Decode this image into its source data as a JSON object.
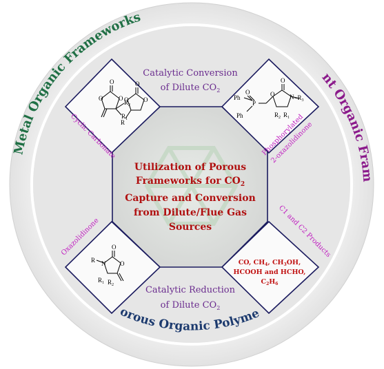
{
  "center_title": {
    "lines": [
      "Utilization of Porous",
      "Frameworks for CO",
      "Capture and Conversion",
      "from Dilute/Flue Gas",
      "Sources"
    ],
    "co2_sub": "2"
  },
  "ring_labels": {
    "mof": "Metal Organic Frameworks",
    "cof": "Covalent Organic Frameworks",
    "pop": "Porous Organic Polymers"
  },
  "sections": {
    "top": {
      "line1": "Catalytic Conversion",
      "line2": "of Dilute CO",
      "sub": "2"
    },
    "bottom": {
      "line1": "Catalytic Reduction",
      "line2": "of Dilute CO",
      "sub": "2"
    },
    "cyclic": {
      "label": "Cyclic Carbonate"
    },
    "phos": {
      "label1": "Phosphorylated",
      "label2": "2-oxazolidinone"
    },
    "oxaz": {
      "label": "Oxazolidinone"
    },
    "c1c2": {
      "label": "C1 and C2 Products"
    }
  },
  "products": {
    "line1": [
      "CO, CH",
      "4",
      ", CH",
      "3",
      "OH,"
    ],
    "line2": "HCOOH and HCHO,",
    "line3": [
      "C",
      "2",
      "H",
      "6"
    ]
  },
  "chem_labels": {
    "o": "O",
    "n": "N",
    "p": "P",
    "ph": "Ph",
    "r": "R",
    "r1": "R",
    "r2": "R",
    "r3": "R",
    "s1": "1",
    "s2": "2",
    "s3": "3",
    "dash": "–"
  },
  "colors": {
    "ring_green": "#1f6f44",
    "ring_purple": "#8b1a8b",
    "ring_navy": "#1c3a6e",
    "section_text": "#6a2c8e",
    "magenta_label": "#c01fc0",
    "title_red": "#b01010",
    "products_red": "#c01010",
    "navy_line": "#1a1a5e"
  }
}
